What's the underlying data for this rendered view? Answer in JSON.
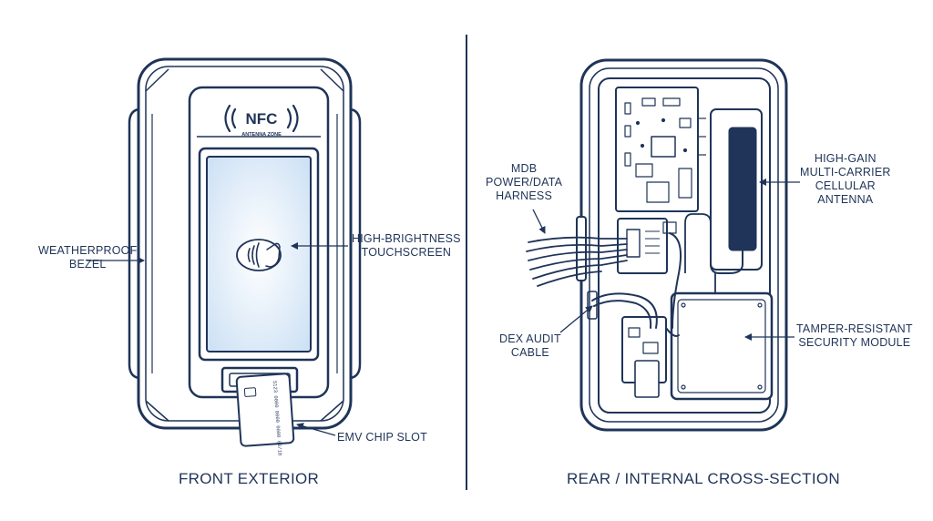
{
  "colors": {
    "ink": "#1f3458",
    "screen_glow": "#dbe9f7",
    "background": "#ffffff"
  },
  "front": {
    "caption": "FRONT EXTERIOR",
    "nfc_logo": "NFC",
    "nfc_zone": "ANTENNA ZONE",
    "card_text": "5123 0000 0000 0000 00/18",
    "labels": {
      "bezel": [
        "WEATHERPROOF",
        "BEZEL"
      ],
      "touchscreen": [
        "HIGH-BRIGHTNESS",
        "TOUCHSCREEN"
      ],
      "emv": [
        "EMV CHIP SLOT"
      ]
    }
  },
  "rear": {
    "caption": "REAR / INTERNAL CROSS-SECTION",
    "labels": {
      "mdb": [
        "MDB",
        "POWER/DATA",
        "HARNESS"
      ],
      "antenna": [
        "HIGH-GAIN",
        "MULTI-CARRIER",
        "CELLULAR",
        "ANTENNA"
      ],
      "dex": [
        "DEX AUDIT",
        "CABLE"
      ],
      "security": [
        "TAMPER-RESISTANT",
        "SECURITY MODULE"
      ]
    }
  },
  "icons": [
    "nfc-logo-icon",
    "contactless-payment-icon",
    "payment-card-icon",
    "circuit-board-icon",
    "antenna-icon",
    "wire-harness-icon",
    "security-module-icon"
  ]
}
